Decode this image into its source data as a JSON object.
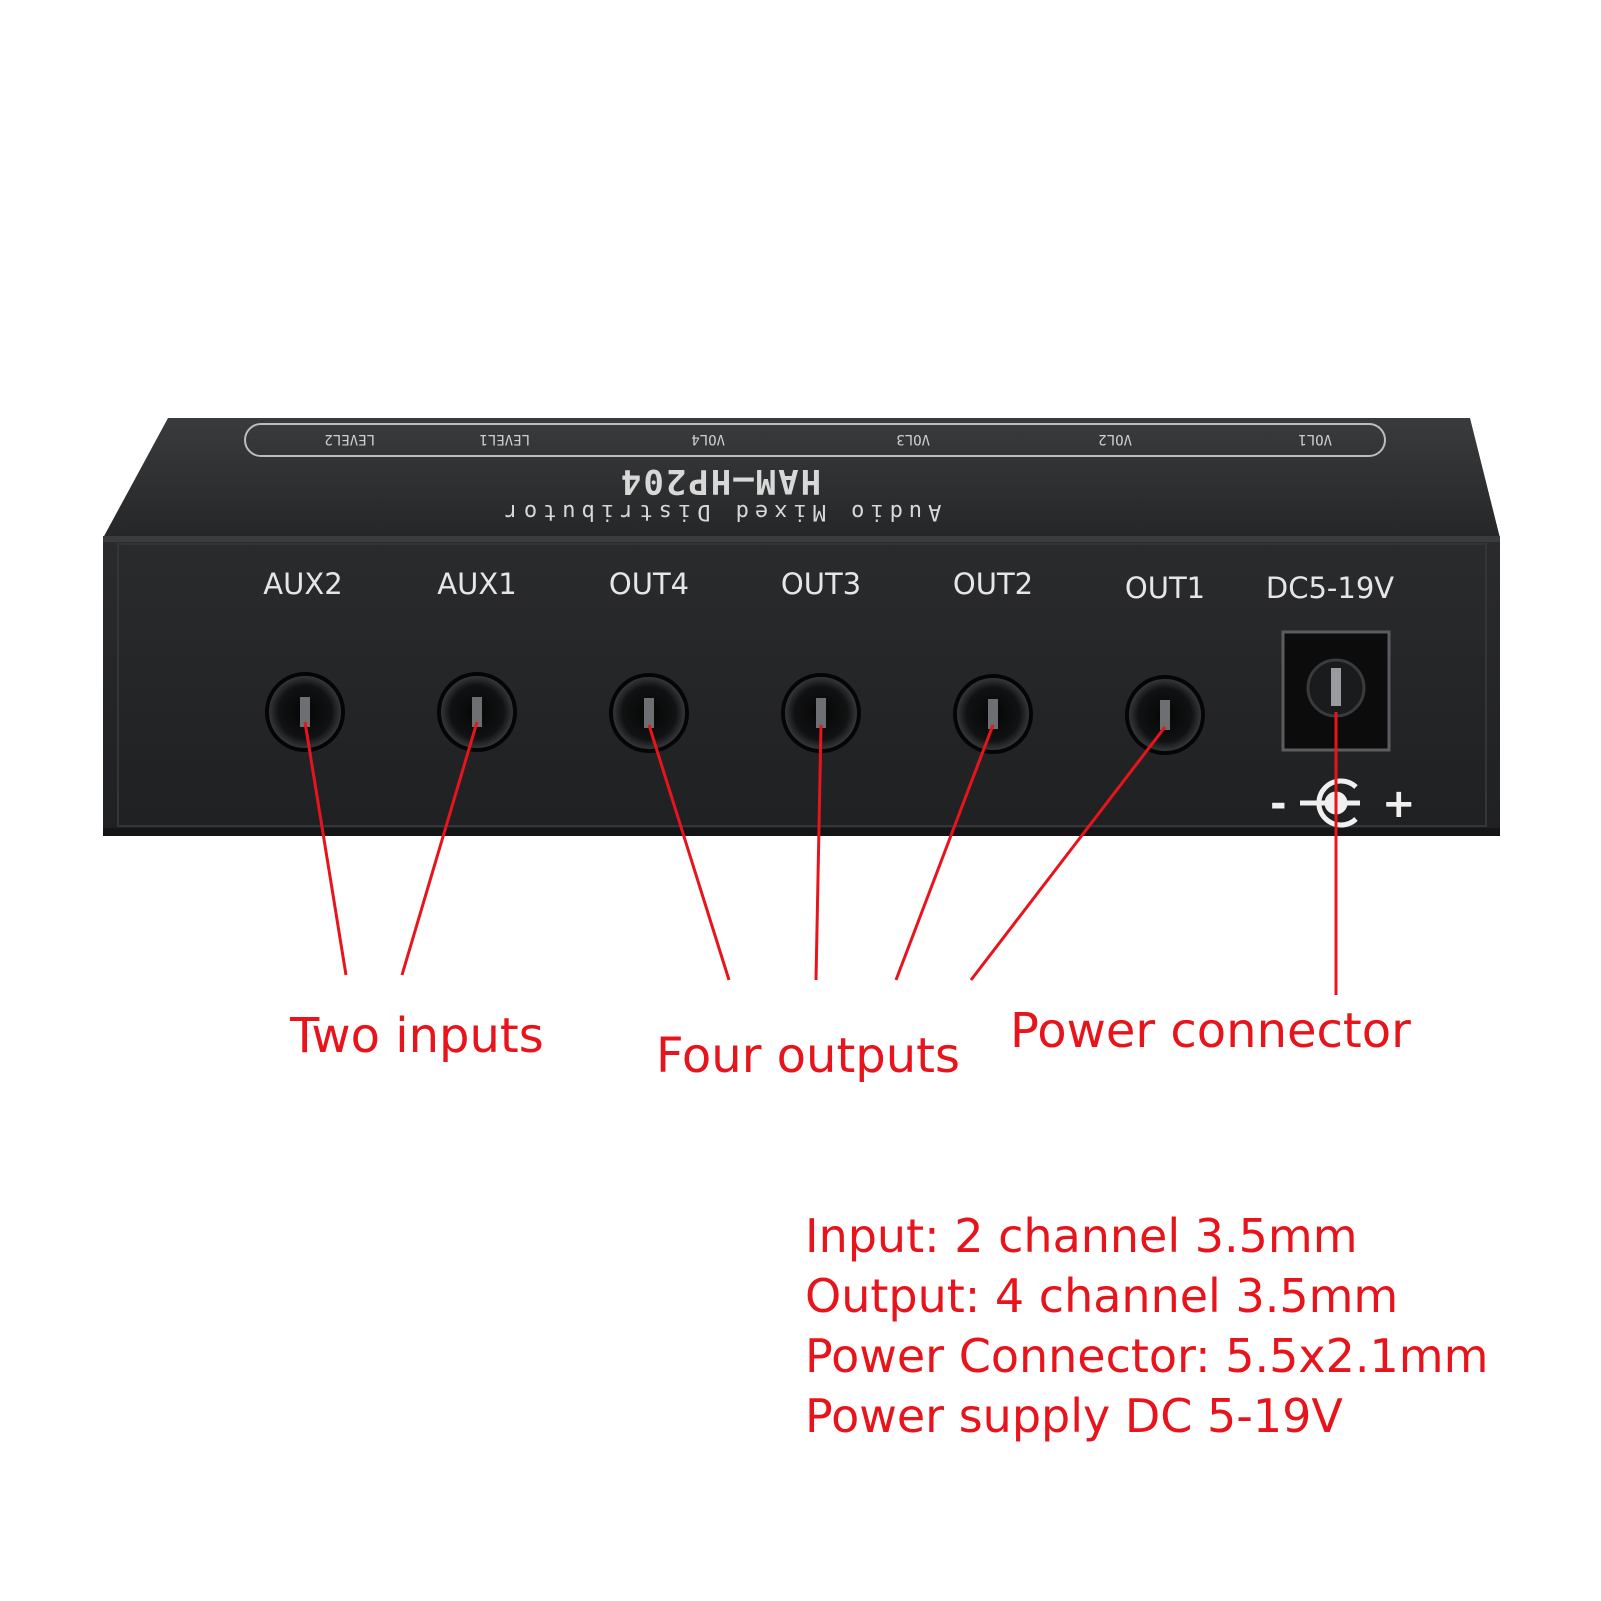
{
  "device": {
    "top_labels": [
      "VOL1",
      "VOL2",
      "VOL3",
      "VOL4",
      "LEVEL1",
      "LEVEL2"
    ],
    "model": "HAM—HP204",
    "subtitle": "Audio Mixed Distributor",
    "ports": [
      "AUX2",
      "AUX1",
      "OUT4",
      "OUT3",
      "OUT2",
      "OUT1"
    ],
    "power_label": "DC5-19V",
    "polarity_minus": "-",
    "polarity_plus": "+"
  },
  "callouts": {
    "inputs": "Two inputs",
    "outputs": "Four outputs",
    "power": "Power connector"
  },
  "specs": [
    "Input: 2 channel 3.5mm",
    "Output: 4 channel 3.5mm",
    "Power Connector: 5.5x2.1mm",
    "Power supply DC 5-19V"
  ],
  "colors": {
    "annotation": "#e8141c",
    "device_body": "#2b2c2e",
    "panel_face": "#232426",
    "label_text": "#e6e6e6",
    "top_print": "#c8c8c8"
  }
}
